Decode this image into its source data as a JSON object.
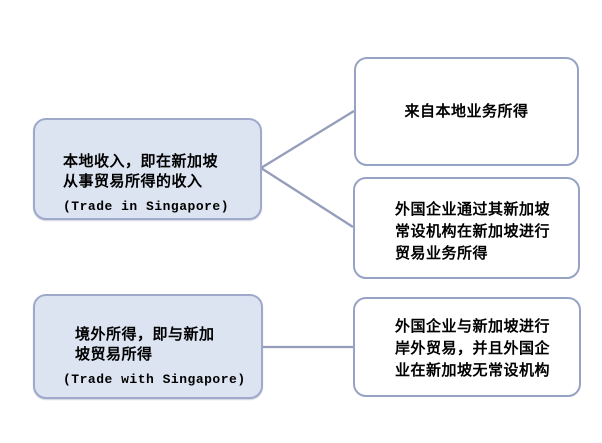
{
  "diagram": {
    "nodes": {
      "local_income": {
        "zh_line1": "本地收入，即在新加坡",
        "zh_line2": "从事贸易所得的收入",
        "en": "(Trade in Singapore)"
      },
      "foreign_income": {
        "zh_line1": "境外所得，即与新加",
        "zh_line2": "坡贸易所得",
        "en": "(Trade with Singapore)"
      },
      "local_business": {
        "line1": "来自本地业务所得"
      },
      "pe_trading": {
        "line1": "外国企业通过其新加坡",
        "line2": "常设机构在新加坡进行",
        "line3": "贸易业务所得"
      },
      "offshore_trading": {
        "line1": "外国企业与新加坡进行",
        "line2": "岸外贸易，并且外国企",
        "line3": "业在新加坡无常设机构"
      }
    },
    "colors": {
      "left_node_fill": "#dce3f1",
      "left_node_border": "#9fa9cb",
      "right_node_fill": "#ffffff",
      "right_node_border": "#96a3c5",
      "connector": "#959dbb",
      "text": "#000000",
      "background": "#ffffff"
    }
  }
}
